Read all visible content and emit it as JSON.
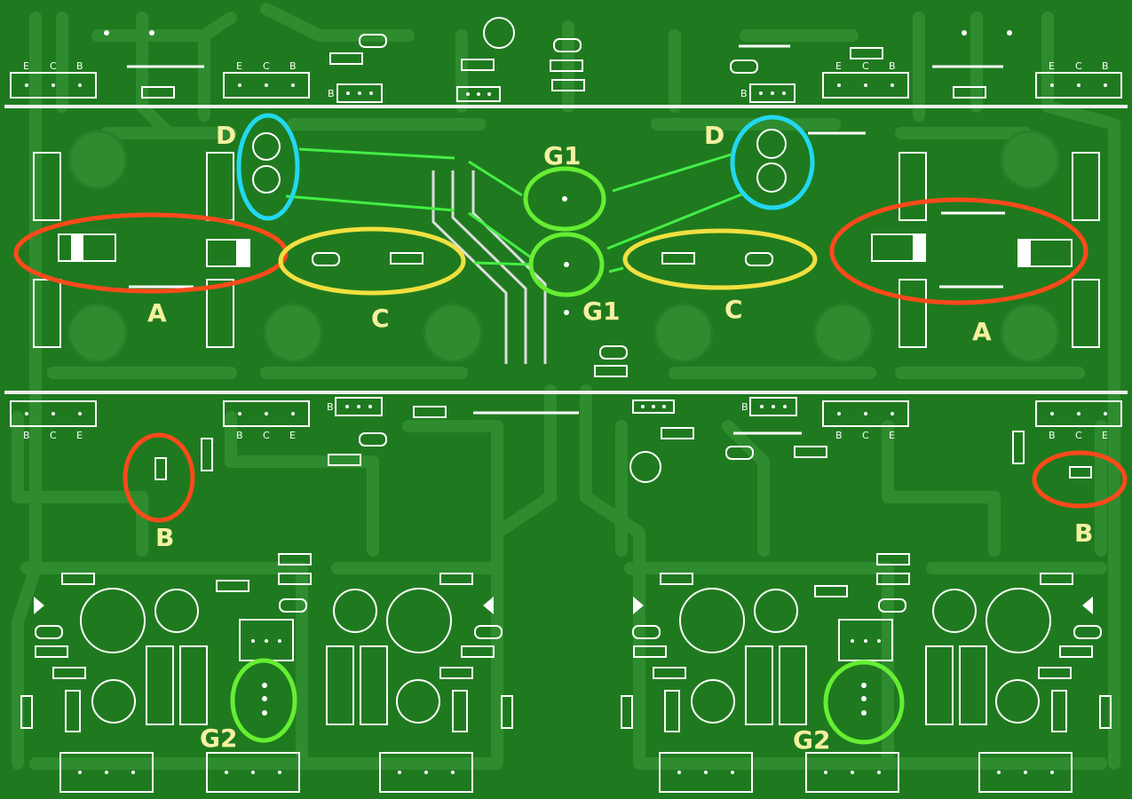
{
  "board": {
    "background": "#1f7a1f",
    "copper_color": "#2f8f2f",
    "silk_color": "#ffffff",
    "label_color": "#f5f0a0"
  },
  "annotation_colors": {
    "A": "#ff4a1a",
    "B": "#ff4a1a",
    "C": "#f0e040",
    "D": "#22d8f0",
    "G1": "#66ee33",
    "G2": "#66ee33"
  },
  "labels": {
    "A_left": "A",
    "A_right": "A",
    "B_left": "B",
    "B_right": "B",
    "C_left": "C",
    "C_right": "C",
    "D_left": "D",
    "D_right": "D",
    "G1_top": "G1",
    "G1_bottom": "G1",
    "G2_left": "G2",
    "G2_right": "G2"
  },
  "pin_labels": {
    "top_ecb": [
      "E",
      "C",
      "B"
    ],
    "bottom_bce": [
      "B",
      "C",
      "E"
    ],
    "b": "B"
  }
}
